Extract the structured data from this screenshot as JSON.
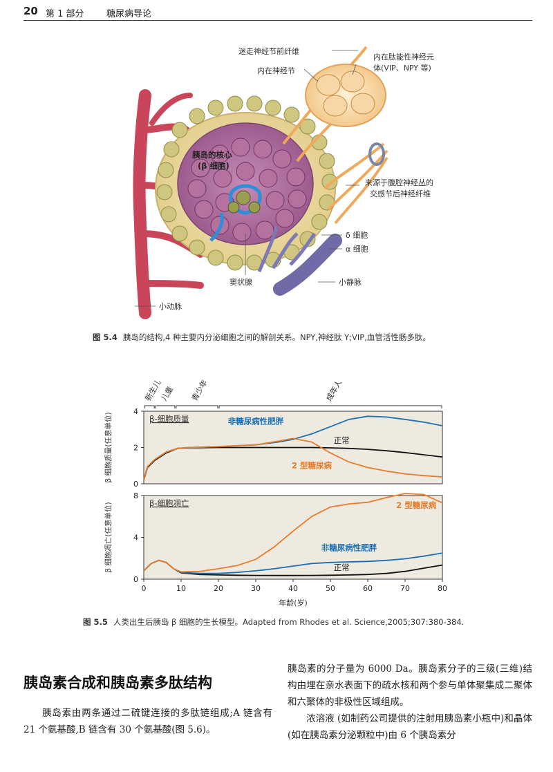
{
  "header": {
    "page_number": "20",
    "section": "第 1 部分",
    "section_title": "糖尿病导论"
  },
  "figure1": {
    "labels": {
      "vagal": "迷走神经节前纤维",
      "intrinsic_ganglion": "内在神经节",
      "intrinsic_neuron_l1": "内在肽能性神经元",
      "intrinsic_neuron_l2": "体(VIP、NPY 等)",
      "core_l1": "胰岛的核心",
      "core_l2": "(β 细胞)",
      "sympathetic_l1": "来源于腹腔神经丛的",
      "sympathetic_l2": "交感节后神经纤维",
      "delta": "δ 细胞",
      "alpha": "α 细胞",
      "venule": "小静脉",
      "sinusoid": "窦状腺",
      "arteriole": "小动脉"
    },
    "caption_label": "图 5.4",
    "caption": "胰岛的结构,4 种主要内分泌细胞之间的解剖关系。NPY,神经肽 Y;VIP,血管活性肠多肽。"
  },
  "chart_data": [
    {
      "type": "line",
      "title": "β-细胞质量",
      "xlabel": "",
      "ylabel": "β 细胞质量(任意单位)",
      "xlim": [
        0,
        80
      ],
      "ylim": [
        0,
        4
      ],
      "yticks": [
        "0",
        "2",
        "4"
      ],
      "x": [
        0,
        1,
        3,
        6,
        9,
        12,
        20,
        30,
        36,
        40,
        45,
        50,
        55,
        60,
        65,
        70,
        75,
        80
      ],
      "series": [
        {
          "name": "正常",
          "color": "#111111",
          "values": [
            0.2,
            0.9,
            1.3,
            1.7,
            1.95,
            1.98,
            2.0,
            2.0,
            2.0,
            2.0,
            2.0,
            1.98,
            1.95,
            1.9,
            1.82,
            1.72,
            1.6,
            1.48
          ]
        },
        {
          "name": "非糖尿病性肥胖",
          "color": "#1a6fb5",
          "values": [
            0.2,
            0.95,
            1.35,
            1.75,
            1.95,
            2.0,
            2.05,
            2.15,
            2.3,
            2.45,
            2.75,
            3.15,
            3.55,
            3.72,
            3.68,
            3.55,
            3.4,
            3.2
          ]
        },
        {
          "name": "2 型糖尿病",
          "color": "#e87b2a",
          "values": [
            0.2,
            0.95,
            1.35,
            1.75,
            1.95,
            2.0,
            2.05,
            2.15,
            2.35,
            2.5,
            2.3,
            1.7,
            1.2,
            0.9,
            0.7,
            0.55,
            0.45,
            0.38
          ]
        }
      ]
    },
    {
      "type": "line",
      "title": "β-细胞凋亡",
      "xlabel": "年龄(岁)",
      "ylabel": "β 细胞凋亡(任意单位)",
      "xlim": [
        0,
        80
      ],
      "ylim": [
        0,
        8
      ],
      "xticks": [
        "0",
        "10",
        "20",
        "30",
        "40",
        "50",
        "60",
        "70",
        "80"
      ],
      "yticks": [
        "0",
        "4",
        "8"
      ],
      "x": [
        0,
        2,
        4,
        6,
        8,
        10,
        15,
        20,
        25,
        30,
        35,
        40,
        45,
        50,
        55,
        60,
        65,
        70,
        75,
        80
      ],
      "series": [
        {
          "name": "正常",
          "color": "#111111",
          "values": [
            0.8,
            1.5,
            1.8,
            1.6,
            1.0,
            0.6,
            0.45,
            0.4,
            0.38,
            0.36,
            0.35,
            0.35,
            0.36,
            0.38,
            0.4,
            0.45,
            0.55,
            0.75,
            1.05,
            1.35
          ]
        },
        {
          "name": "非糖尿病性肥胖",
          "color": "#1a6fb5",
          "values": [
            0.8,
            1.5,
            1.8,
            1.6,
            1.0,
            0.65,
            0.55,
            0.55,
            0.65,
            0.8,
            1.0,
            1.25,
            1.5,
            1.6,
            1.65,
            1.7,
            1.8,
            1.95,
            2.2,
            2.5
          ]
        },
        {
          "name": "2 型糖尿病",
          "color": "#e87b2a",
          "values": [
            0.8,
            1.5,
            1.8,
            1.6,
            1.0,
            0.7,
            0.75,
            1.0,
            1.3,
            1.9,
            3.1,
            4.6,
            6.0,
            6.9,
            7.2,
            7.35,
            7.8,
            8.2,
            8.1,
            7.3
          ]
        }
      ]
    }
  ],
  "figure2": {
    "stages": [
      "新生儿",
      "儿童",
      "青少年",
      "成年人"
    ],
    "caption_label": "图 5.5",
    "caption": "人类出生后胰岛 β 细胞的生长模型。Adapted from Rhodes et al. Science,2005;307:380-384."
  },
  "section": {
    "heading": "胰岛素合成和胰岛素多肽结构",
    "para_left": "胰岛素由两条通过二硫键连接的多肽链组成;A 链含有 21 个氨基酸,B 链含有 30 个氨基酸(图 5.6)。",
    "para_right1": "胰岛素的分子量为 6000 Da。胰岛素分子的三级(三维)结构由埋在亲水表面下的疏水核和两个参与单体聚集成二聚体和六聚体的非极性区域组成。",
    "para_right2": "浓溶液 (如制药公司提供的注射用胰岛素小瓶中)和晶体(如在胰岛素分泌颗粒中)由 6 个胰岛素分"
  }
}
